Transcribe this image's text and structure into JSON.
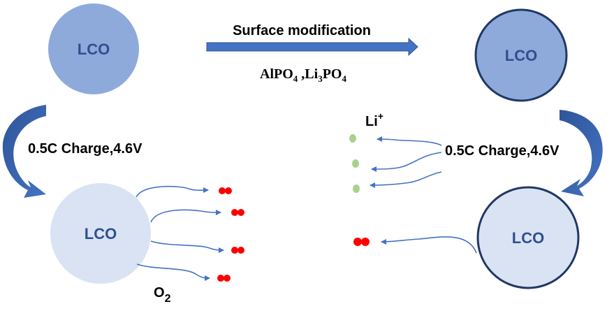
{
  "diagram": {
    "top_left_circle": {
      "label": "LCO"
    },
    "top_right_circle": {
      "label": "LCO"
    },
    "bottom_left_circle": {
      "label": "LCO"
    },
    "bottom_right_circle": {
      "label": "LCO"
    },
    "process_arrow": {
      "label": "Surface modification",
      "coating": {
        "p1": "AlPO",
        "p1_sub": "4",
        "sep": " ,Li",
        "li_sub": "3",
        "p2": "PO",
        "p2_sub": "4"
      }
    },
    "left_charge_label": "0.5C Charge,4.6V",
    "right_charge_label": "0.5C Charge,4.6V",
    "oxygen_label": {
      "base": "O",
      "sub": "2"
    },
    "lithium_label": {
      "base": "Li",
      "sup": "+"
    },
    "colors": {
      "lco_dark": "#8eaadb",
      "lco_light": "#dae3f3",
      "coating_border": "#203864",
      "arrow_blue": "#4472c4",
      "oxygen_red": "#ff0000",
      "lithium_green": "#a9d18e"
    }
  }
}
